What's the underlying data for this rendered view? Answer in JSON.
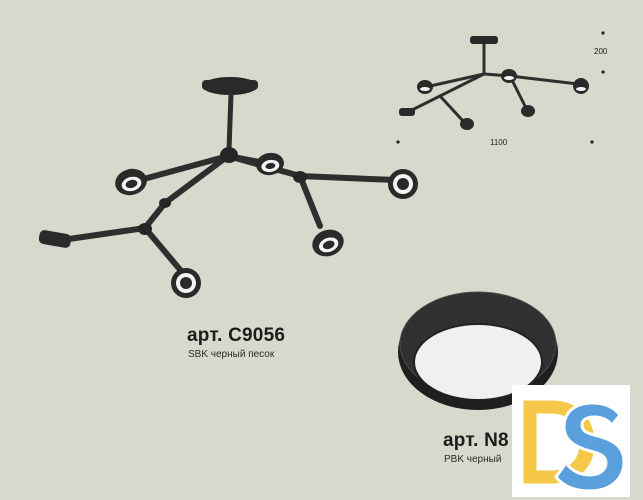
{
  "products": [
    {
      "article": "арт. C9056",
      "description": "SBK черный песок"
    },
    {
      "article": "арт. N8",
      "description": "PBK черный"
    }
  ],
  "dimensions": {
    "width": "1100",
    "height": "200"
  },
  "logo": {
    "name": "DS",
    "colors": {
      "primary": "#f5c84a",
      "secondary": "#5aa0dc",
      "background": "#ffffff"
    }
  },
  "colors": {
    "background": "#d8d9cd",
    "fixture": "#2e2e2e",
    "diffuser": "#f0f0ee"
  }
}
